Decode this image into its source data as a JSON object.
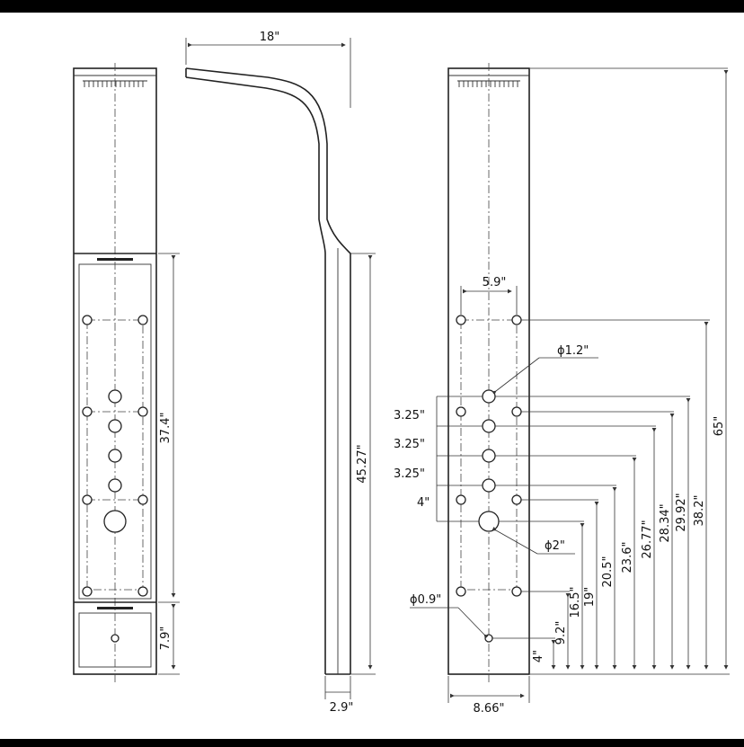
{
  "labels": {
    "width_top": "18\"",
    "front_height": "37.4\"",
    "front_bottom": "7.9\"",
    "side_height": "45.27\"",
    "side_depth": "2.9\"",
    "hole_spacing": "5.9\"",
    "dia_large_top": "ϕ1.2\"",
    "gap1": "3.25\"",
    "gap2": "3.25\"",
    "gap3": "3.25\"",
    "gap4": "4\"",
    "dia_body": "ϕ2\"",
    "dia_small": "ϕ0.9\"",
    "panel_width": "8.66\"",
    "total_height": "65\"",
    "h_38_2": "38.2\"",
    "h_29_92": "29.92\"",
    "h_28_34": "28.34\"",
    "h_26_77": "26.77\"",
    "h_23_6": "23.6\"",
    "h_20_5": "20.5\"",
    "h_19": "19\"",
    "h_16_5": "16.5\"",
    "h_9_2": "9.2\"",
    "h_4": "4\""
  }
}
